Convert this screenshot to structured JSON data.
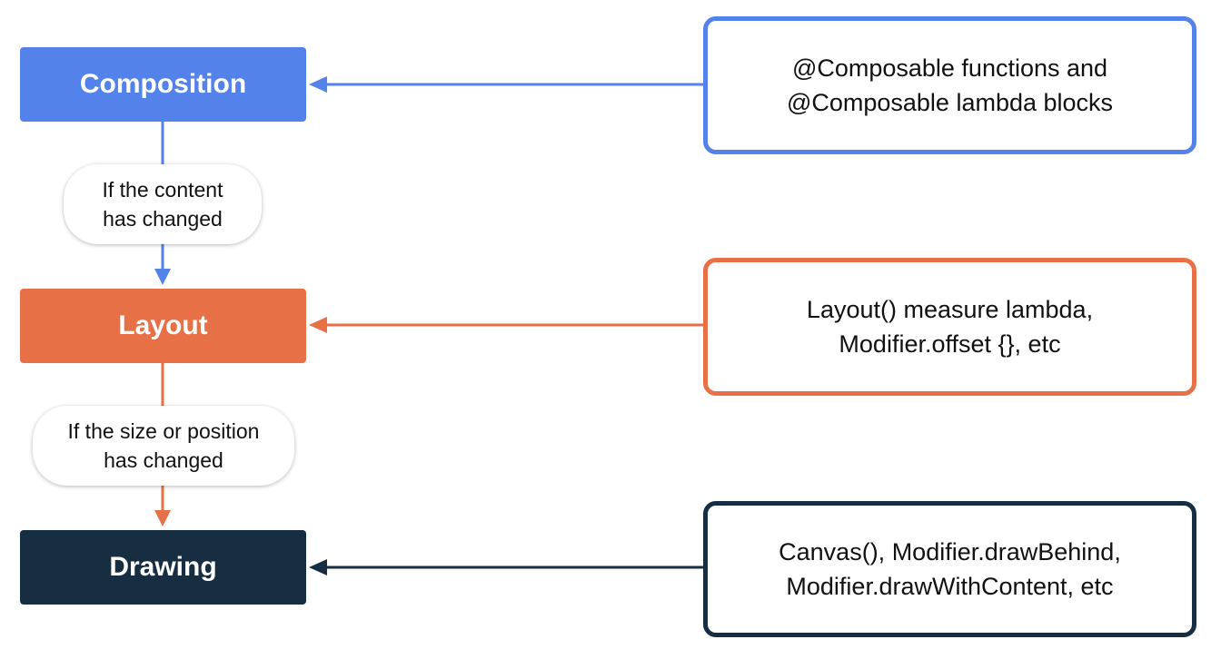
{
  "colors": {
    "composition": "#5282EA",
    "layout": "#E87047",
    "drawing": "#172D41"
  },
  "phases": {
    "composition": "Composition",
    "layout": "Layout",
    "drawing": "Drawing"
  },
  "conditions": {
    "content_changed": "If the content\nhas changed",
    "size_position_changed": "If the size or position\nhas changed"
  },
  "notes": {
    "composition": "@Composable functions and\n@Composable lambda blocks",
    "layout": "Layout() measure lambda,\nModifier.offset {}, etc",
    "drawing": "Canvas(), Modifier.drawBehind,\nModifier.drawWithContent, etc"
  }
}
